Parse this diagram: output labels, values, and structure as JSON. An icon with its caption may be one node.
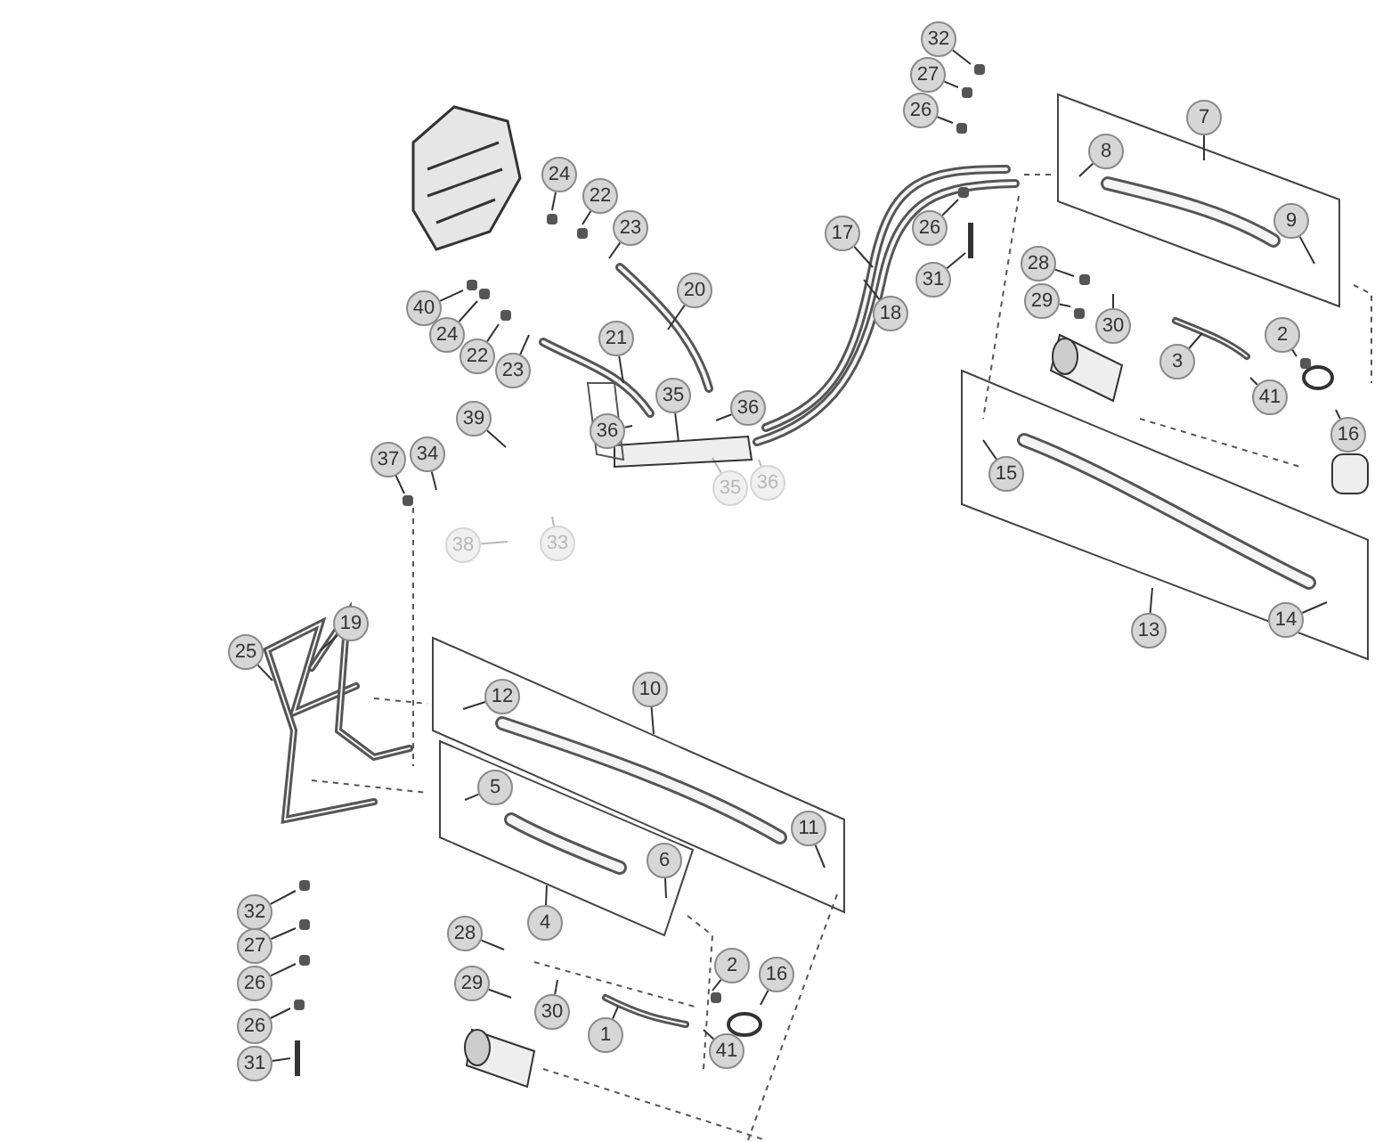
{
  "diagram": {
    "nodes": [
      {
        "text": [
          "32"
        ]
      },
      {
        "text": [
          "27"
        ]
      },
      {
        "text": [
          "26"
        ]
      },
      {
        "text": [
          "7"
        ]
      },
      {
        "text": [
          "8"
        ]
      },
      {
        "text": [
          "24"
        ]
      },
      {
        "text": [
          "22"
        ]
      },
      {
        "text": [
          "9"
        ]
      },
      {
        "text": [
          "23"
        ]
      },
      {
        "text": [
          "26"
        ]
      },
      {
        "text": [
          "17"
        ]
      },
      {
        "text": [
          "28"
        ]
      },
      {
        "text": [
          "31"
        ]
      },
      {
        "text": [
          "20"
        ]
      },
      {
        "text": [
          "29"
        ]
      },
      {
        "text": [
          "40"
        ]
      },
      {
        "text": [
          "18"
        ]
      },
      {
        "text": [
          "30"
        ]
      },
      {
        "text": [
          "2"
        ]
      },
      {
        "text": [
          "24"
        ]
      },
      {
        "text": [
          "21"
        ]
      },
      {
        "text": [
          "22"
        ]
      },
      {
        "text": [
          "3"
        ]
      },
      {
        "text": [
          "23"
        ]
      },
      {
        "text": [
          "35"
        ]
      },
      {
        "text": [
          "41"
        ]
      },
      {
        "text": [
          "36"
        ]
      },
      {
        "text": [
          "39"
        ]
      },
      {
        "text": [
          "36"
        ]
      },
      {
        "text": [
          "16"
        ]
      },
      {
        "text": [
          "34"
        ]
      },
      {
        "text": [
          "37"
        ]
      },
      {
        "text": [
          "15"
        ]
      },
      {
        "text": [
          "36"
        ]
      },
      {
        "text": [
          "35"
        ]
      },
      {
        "text": [
          "33"
        ]
      },
      {
        "text": [
          "38"
        ]
      },
      {
        "text": [
          "14"
        ]
      },
      {
        "text": [
          "19"
        ]
      },
      {
        "text": [
          "13"
        ]
      },
      {
        "text": [
          "25"
        ]
      },
      {
        "text": [
          "10"
        ]
      },
      {
        "text": [
          "12"
        ]
      },
      {
        "text": [
          "5"
        ]
      },
      {
        "text": [
          "11"
        ]
      },
      {
        "text": [
          "6"
        ]
      },
      {
        "text": [
          "32"
        ]
      },
      {
        "text": [
          "4"
        ]
      },
      {
        "text": [
          "28"
        ]
      },
      {
        "text": [
          "27"
        ]
      },
      {
        "text": [
          "2"
        ]
      },
      {
        "text": [
          "16"
        ]
      },
      {
        "text": [
          "26"
        ]
      },
      {
        "text": [
          "29"
        ]
      },
      {
        "text": [
          "30"
        ]
      },
      {
        "text": [
          "26"
        ]
      },
      {
        "text": [
          "1"
        ]
      },
      {
        "text": [
          "41"
        ]
      },
      {
        "text": [
          "31"
        ]
      }
    ],
    "edges": [
      {
        "from": 0,
        "to": null,
        "arrow": "none"
      },
      {
        "from": 1,
        "to": null,
        "arrow": "none"
      },
      {
        "from": 2,
        "to": null,
        "arrow": "none"
      },
      {
        "from": 3,
        "to": null,
        "arrow": "none"
      },
      {
        "from": 4,
        "to": null,
        "arrow": "none"
      },
      {
        "from": 5,
        "to": null,
        "arrow": "none"
      },
      {
        "from": 6,
        "to": null,
        "arrow": "none"
      },
      {
        "from": 7,
        "to": null,
        "arrow": "none"
      },
      {
        "from": 8,
        "to": null,
        "arrow": "none"
      },
      {
        "from": 9,
        "to": null,
        "arrow": "none"
      },
      {
        "from": 10,
        "to": null,
        "arrow": "none"
      },
      {
        "from": 11,
        "to": null,
        "arrow": "none"
      },
      {
        "from": 12,
        "to": null,
        "arrow": "none"
      },
      {
        "from": 13,
        "to": null,
        "arrow": "none"
      },
      {
        "from": 14,
        "to": null,
        "arrow": "none"
      },
      {
        "from": 15,
        "to": null,
        "arrow": "none"
      },
      {
        "from": 16,
        "to": null,
        "arrow": "none"
      },
      {
        "from": 17,
        "to": null,
        "arrow": "none"
      },
      {
        "from": 18,
        "to": null,
        "arrow": "none"
      },
      {
        "from": 19,
        "to": null,
        "arrow": "none"
      },
      {
        "from": 20,
        "to": null,
        "arrow": "none"
      },
      {
        "from": 21,
        "to": null,
        "arrow": "none"
      },
      {
        "from": 22,
        "to": null,
        "arrow": "none"
      },
      {
        "from": 23,
        "to": null,
        "arrow": "none"
      },
      {
        "from": 24,
        "to": null,
        "arrow": "none"
      },
      {
        "from": 25,
        "to": null,
        "arrow": "none"
      },
      {
        "from": 26,
        "to": null,
        "arrow": "none"
      },
      {
        "from": 27,
        "to": null,
        "arrow": "none"
      },
      {
        "from": 28,
        "to": null,
        "arrow": "none"
      },
      {
        "from": 29,
        "to": null,
        "arrow": "none"
      },
      {
        "from": 30,
        "to": null,
        "arrow": "none"
      },
      {
        "from": 31,
        "to": null,
        "arrow": "none"
      },
      {
        "from": 32,
        "to": null,
        "arrow": "none"
      },
      {
        "from": 33,
        "to": null,
        "arrow": "none"
      },
      {
        "from": 34,
        "to": null,
        "arrow": "none"
      },
      {
        "from": 35,
        "to": null,
        "arrow": "none"
      },
      {
        "from": 36,
        "to": null,
        "arrow": "none"
      },
      {
        "from": 37,
        "to": null,
        "arrow": "none"
      },
      {
        "from": 38,
        "to": null,
        "arrow": "none"
      },
      {
        "from": 39,
        "to": null,
        "arrow": "none"
      },
      {
        "from": 40,
        "to": null,
        "arrow": "none"
      },
      {
        "from": 41,
        "to": null,
        "arrow": "none"
      },
      {
        "from": 42,
        "to": null,
        "arrow": "none"
      },
      {
        "from": 43,
        "to": null,
        "arrow": "none"
      },
      {
        "from": 44,
        "to": null,
        "arrow": "none"
      },
      {
        "from": 45,
        "to": null,
        "arrow": "none"
      },
      {
        "from": 46,
        "to": null,
        "arrow": "none"
      },
      {
        "from": 47,
        "to": null,
        "arrow": "none"
      },
      {
        "from": 48,
        "to": null,
        "arrow": "none"
      },
      {
        "from": 49,
        "to": null,
        "arrow": "none"
      },
      {
        "from": 50,
        "to": null,
        "arrow": "none"
      },
      {
        "from": 51,
        "to": null,
        "arrow": "none"
      },
      {
        "from": 52,
        "to": null,
        "arrow": "none"
      },
      {
        "from": 53,
        "to": null,
        "arrow": "none"
      },
      {
        "from": 54,
        "to": null,
        "arrow": "none"
      },
      {
        "from": 55,
        "to": null,
        "arrow": "none"
      },
      {
        "from": 56,
        "to": null,
        "arrow": "none"
      },
      {
        "from": 57,
        "to": null,
        "arrow": "none"
      },
      {
        "from": 58,
        "to": null,
        "arrow": "none"
      }
    ]
  }
}
